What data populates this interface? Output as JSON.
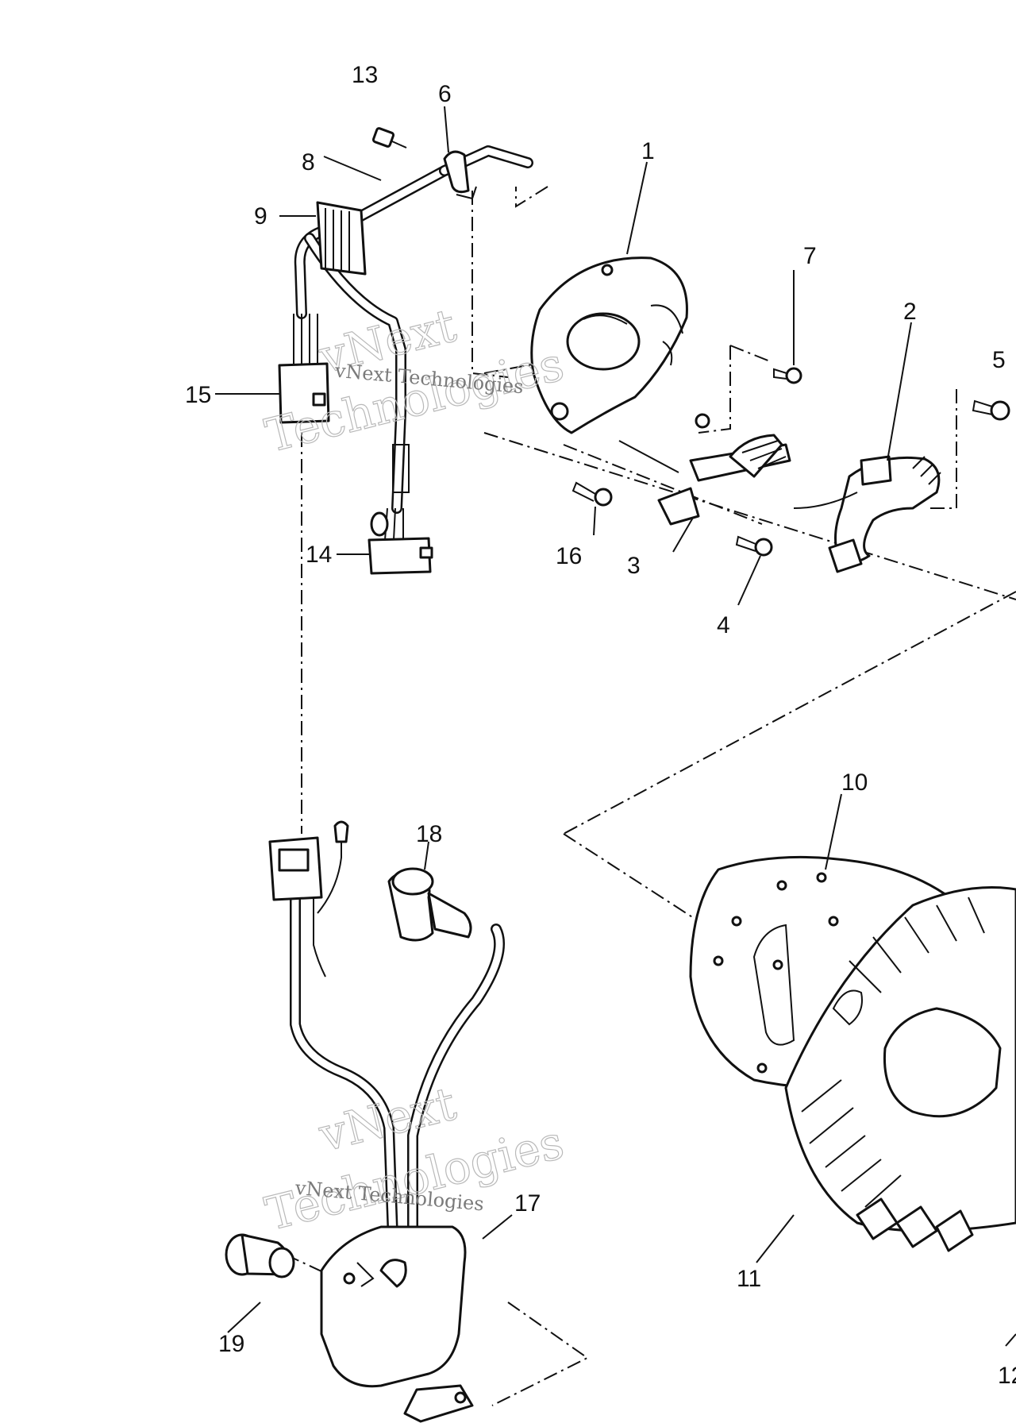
{
  "callouts": {
    "c1": "1",
    "c2": "2",
    "c3": "3",
    "c4": "4",
    "c5": "5",
    "c6": "6",
    "c7": "7",
    "c8": "8",
    "c9": "9",
    "c10": "10",
    "c11": "11",
    "c12": "12",
    "c13": "13",
    "c14": "14",
    "c15": "15",
    "c16": "16",
    "c17": "17",
    "c18": "18",
    "c19": "19"
  },
  "watermark": {
    "top_line1": "vNext",
    "top_line2": "Technologies",
    "top_small": "vNext Technologies",
    "bottom_line1": "vNext",
    "bottom_line2": "Technologies",
    "bottom_small": "vNext Technologies"
  }
}
